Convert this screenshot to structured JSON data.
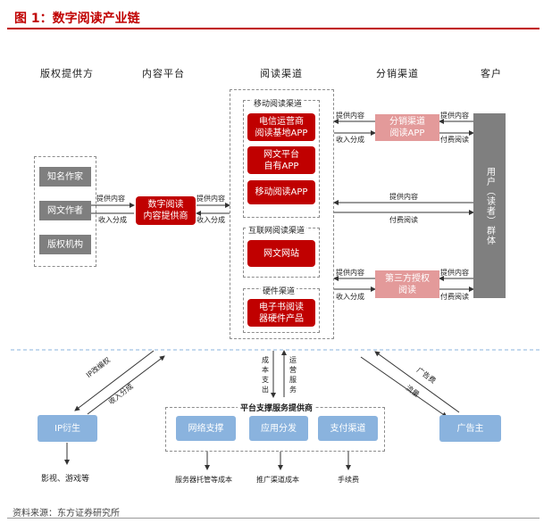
{
  "figure_title": "图 1：数字阅读产业链",
  "columns": {
    "copyright": "版权提供方",
    "content": "内容平台",
    "reading": "阅读渠道",
    "distribution": "分销渠道",
    "customer": "客户"
  },
  "copyright_providers": [
    "知名作家",
    "网文作者",
    "版权机构"
  ],
  "content_provider": {
    "line1": "数字阅读",
    "line2": "内容提供商"
  },
  "groups": {
    "mobile": "移动阅读渠道",
    "internet": "互联网阅读渠道",
    "hardware": "硬件渠道"
  },
  "channels": {
    "telecom": {
      "line1": "电信运营商",
      "line2": "阅读基地APP"
    },
    "web_platform": {
      "line1": "网文平台",
      "line2": "自有APP"
    },
    "mobile_app": "移动阅读APP",
    "web_site": "网文网站",
    "ebook": {
      "line1": "电子书阅读",
      "line2": "器硬件产品"
    }
  },
  "distribution": {
    "app": {
      "line1": "分销渠道",
      "line2": "阅读APP"
    },
    "third_party": {
      "line1": "第三方授权",
      "line2": "阅读"
    }
  },
  "users": "用户（读者）群体",
  "flow_labels": {
    "provide_content": "提供内容",
    "revenue_share": "收入分成",
    "paid_reading": "付费阅读"
  },
  "ip": {
    "license": "IP改编权",
    "revenue_share": "收入分成",
    "derivative": "IP衍生",
    "outputs": "影视、游戏等"
  },
  "service": {
    "cost_vertical": "成本支出",
    "ops_vertical": "运营服务",
    "title": "平台支撑服务提供商",
    "items": [
      "网络支撑",
      "应用分发",
      "支付渠道"
    ],
    "outputs": [
      "服务器托管等成本",
      "推广渠道成本",
      "手续费"
    ]
  },
  "ads": {
    "fee": "广告费",
    "placement": "流量",
    "advertiser": "广告主"
  },
  "footer": "资料来源：东方证券研究所"
}
